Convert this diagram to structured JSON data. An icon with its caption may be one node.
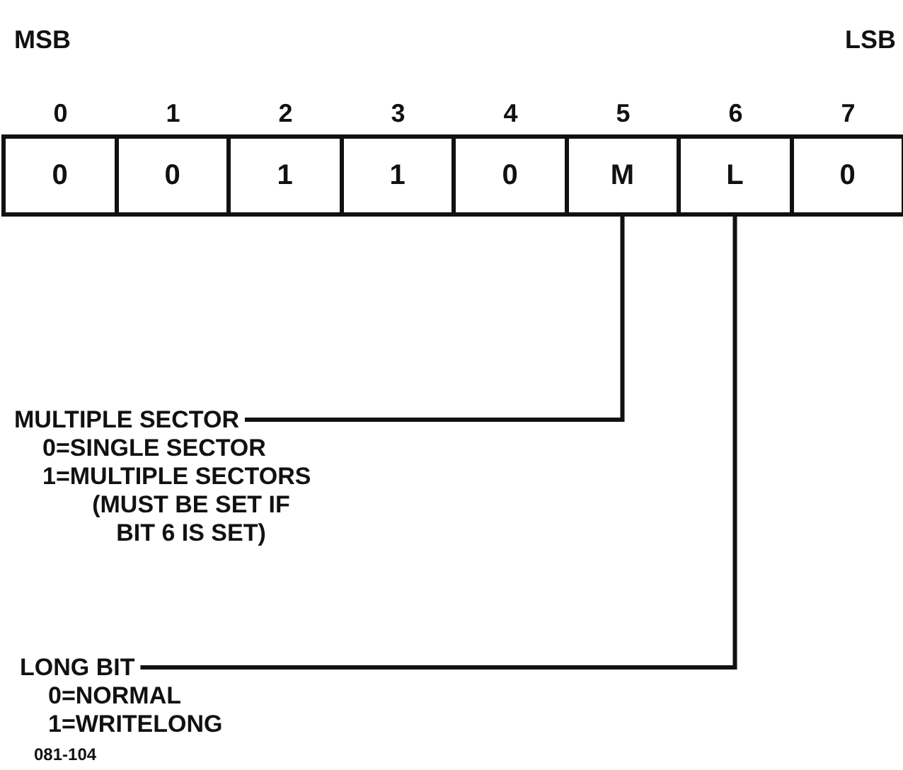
{
  "diagram": {
    "nodes": [
      {
        "text": [
          "0"
        ],
        "beside": [
          "0"
        ]
      },
      {
        "text": [
          "0"
        ],
        "beside": [
          "1"
        ]
      },
      {
        "text": [
          "1"
        ],
        "beside": [
          "2"
        ]
      },
      {
        "text": [
          "1"
        ],
        "beside": [
          "3"
        ]
      },
      {
        "text": [
          "0"
        ],
        "beside": [
          "4"
        ]
      },
      {
        "text": [
          "M"
        ],
        "beside": [
          "5"
        ]
      },
      {
        "text": [
          "L"
        ],
        "beside": [
          "6"
        ]
      },
      {
        "text": [
          "0"
        ],
        "beside": [
          "7"
        ]
      },
      {
        "text": [
          "MULTIPLE SECTOR",
          "0=SINGLE SECTOR",
          "1=MULTIPLE SECTORS",
          "(MUST BE SET IF BIT 6 IS SET)"
        ]
      },
      {
        "text": [
          "LONG BIT",
          "0=NORMAL",
          "1=WRITELONG"
        ]
      }
    ],
    "edges": [
      {
        "from": 8,
        "to": 5,
        "arrow": "none"
      },
      {
        "from": 9,
        "to": 6,
        "arrow": "none"
      }
    ],
    "labels": [
      "MSB",
      "LSB",
      "081-104"
    ]
  }
}
